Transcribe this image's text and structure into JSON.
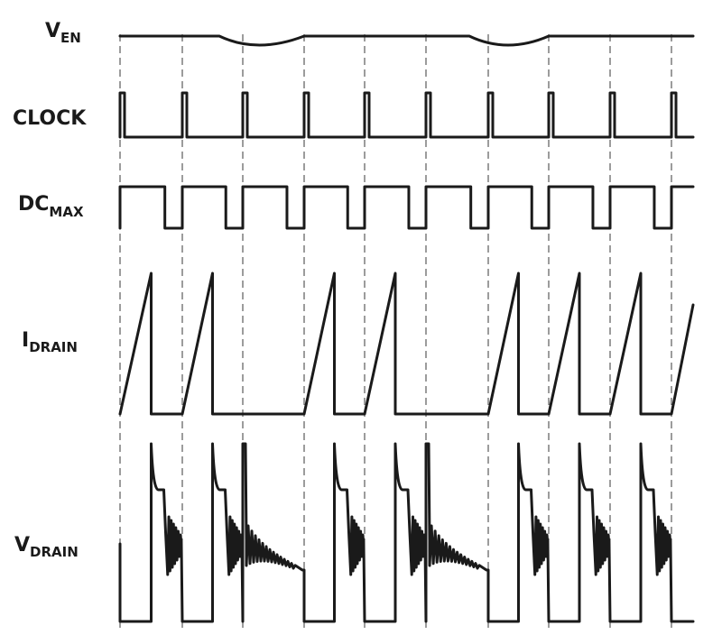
{
  "labels": {
    "v_en": {
      "main": "V",
      "sub": "EN"
    },
    "clock": {
      "main": "CLOCK"
    },
    "dc_max": {
      "main": "DC",
      "sub": "MAX"
    },
    "i_drain": {
      "main": "I",
      "sub": "DRAIN"
    },
    "v_drain": {
      "main": "V",
      "sub": "DRAIN"
    }
  },
  "colors": {
    "line": "#1a1a1a",
    "background": "#ffffff"
  }
}
